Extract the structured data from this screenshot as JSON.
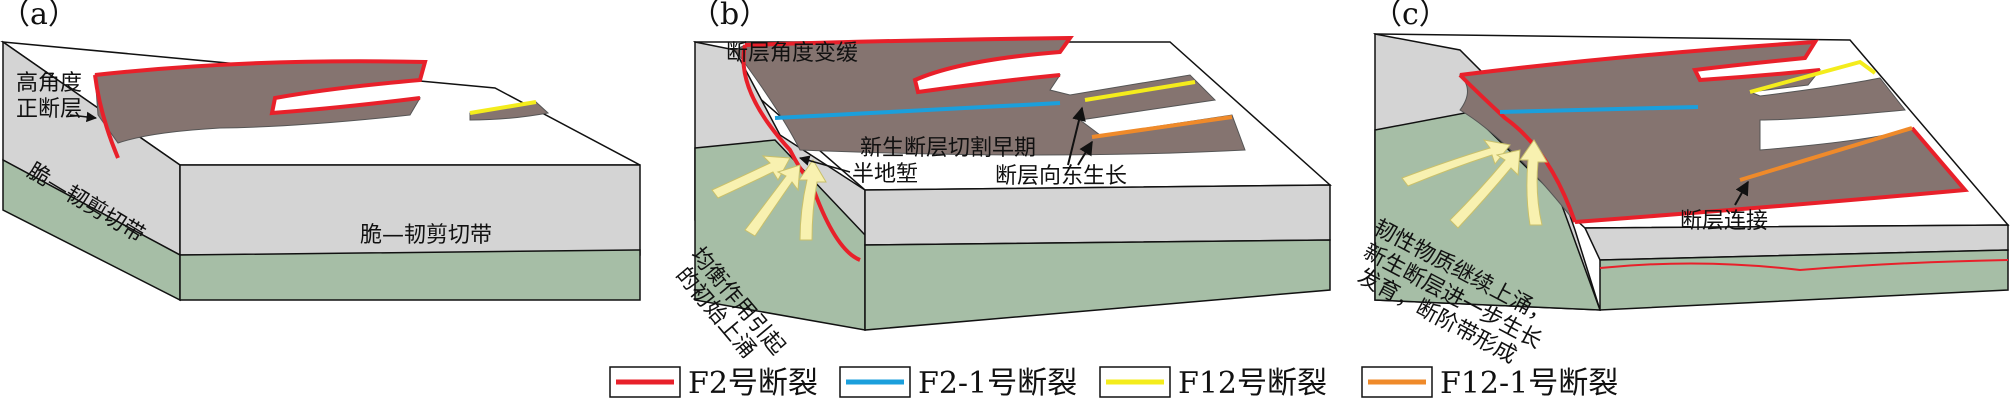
{
  "panels": {
    "a": {
      "label": "（a）",
      "annotations": {
        "high_angle_1": "高角度",
        "high_angle_2": "正断层",
        "side_zone": "脆—韧剪切带",
        "front_zone": "脆—韧剪切带"
      }
    },
    "b": {
      "label": "（b）",
      "annotations": {
        "angle_slows": "断层角度变缓",
        "new_cut": "新生断层切割早期",
        "half_graben": "半地堑",
        "grow_east": "断层向东生长",
        "isostasy_1": "均衡作用引起",
        "isostasy_2": "的初始上涌"
      }
    },
    "c": {
      "label": "（c）",
      "annotations": {
        "connection": "断层连接",
        "ductile_1": "韧性物质继续上涌，",
        "ductile_2": "新生断层进一步生长",
        "ductile_3": "发育，断阶带形成"
      }
    }
  },
  "legend": [
    {
      "label": "F2号断裂",
      "color": "#e8202a"
    },
    {
      "label": "F2-1号断裂",
      "color": "#1b9fdc"
    },
    {
      "label": "F12号断裂",
      "color": "#f4ec1c"
    },
    {
      "label": "F12-1号断裂",
      "color": "#ef8a2a"
    }
  ],
  "colors": {
    "top_surface": "#ffffff",
    "block_side": "#d4d4d4",
    "lower_layer": "#a6bea6",
    "basin_fill": "#857470",
    "upwelling_arrow": "#f8f1b0"
  }
}
